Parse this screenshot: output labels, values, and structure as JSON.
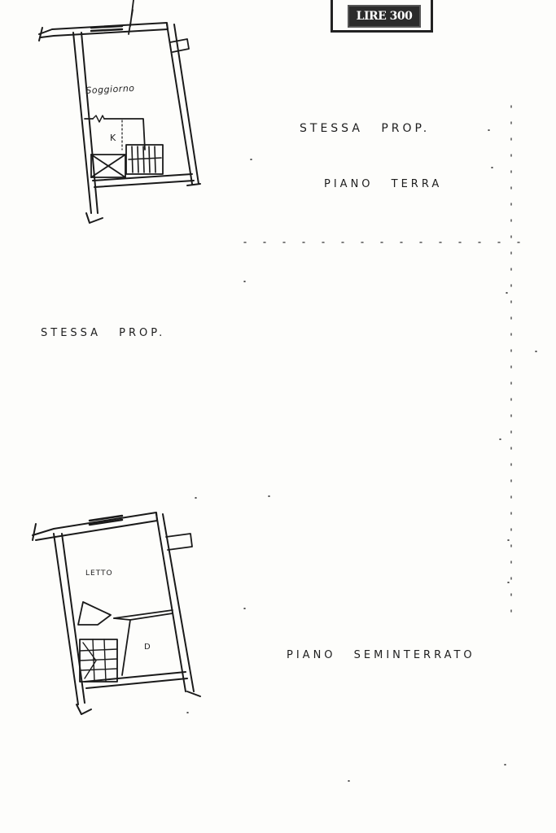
{
  "stamp": {
    "text": "LIRE 300"
  },
  "floors": {
    "piano_terra": {
      "owner_label": "STESSA   PROP.",
      "floor_label": "PIANO   TERRA",
      "rooms": {
        "soggiorno": "Soggiorno",
        "kitchen": "K"
      }
    },
    "piano_seminterrato": {
      "owner_label": "STESSA   PROP.",
      "floor_label": "PIANO   SEMINTERRATO",
      "rooms": {
        "letto": "LETTO",
        "deposito": "D"
      }
    }
  },
  "colors": {
    "ink": "#1a1a1a",
    "paper": "#fdfdfb",
    "stamp": "#2b2b2b"
  }
}
